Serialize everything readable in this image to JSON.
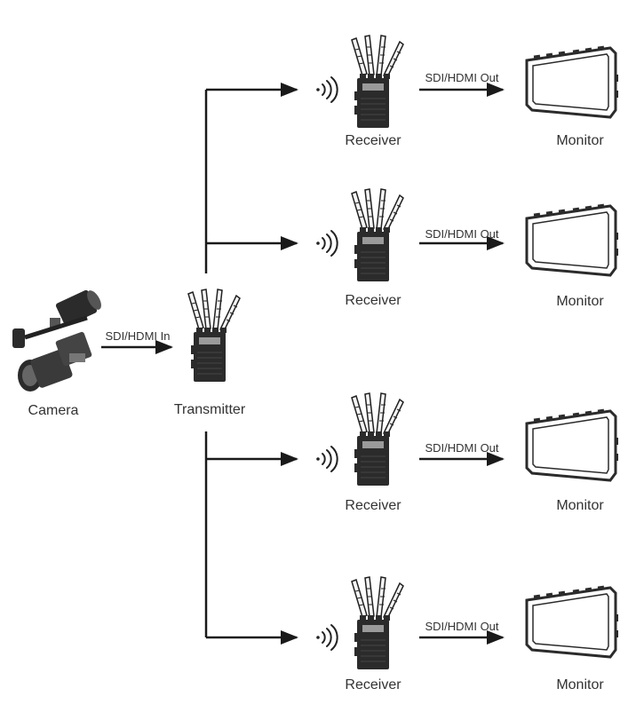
{
  "camera": {
    "label": "Camera"
  },
  "input_link": {
    "label": "SDI/HDMI In"
  },
  "transmitter": {
    "label": "Transmitter"
  },
  "receivers": [
    {
      "label": "Receiver",
      "out_label": "SDI/HDMI Out",
      "monitor_label": "Monitor"
    },
    {
      "label": "Receiver",
      "out_label": "SDI/HDMI Out",
      "monitor_label": "Monitor"
    },
    {
      "label": "Receiver",
      "out_label": "SDI/HDMI Out",
      "monitor_label": "Monitor"
    },
    {
      "label": "Receiver",
      "out_label": "SDI/HDMI Out",
      "monitor_label": "Monitor"
    }
  ],
  "colors": {
    "line": "#1a1a1a",
    "device": "#2b2b2b",
    "text": "#333333"
  },
  "icons": [
    "camcorder-icon",
    "transmitter-icon",
    "wireless-signal-icon",
    "receiver-icon",
    "monitor-icon"
  ]
}
